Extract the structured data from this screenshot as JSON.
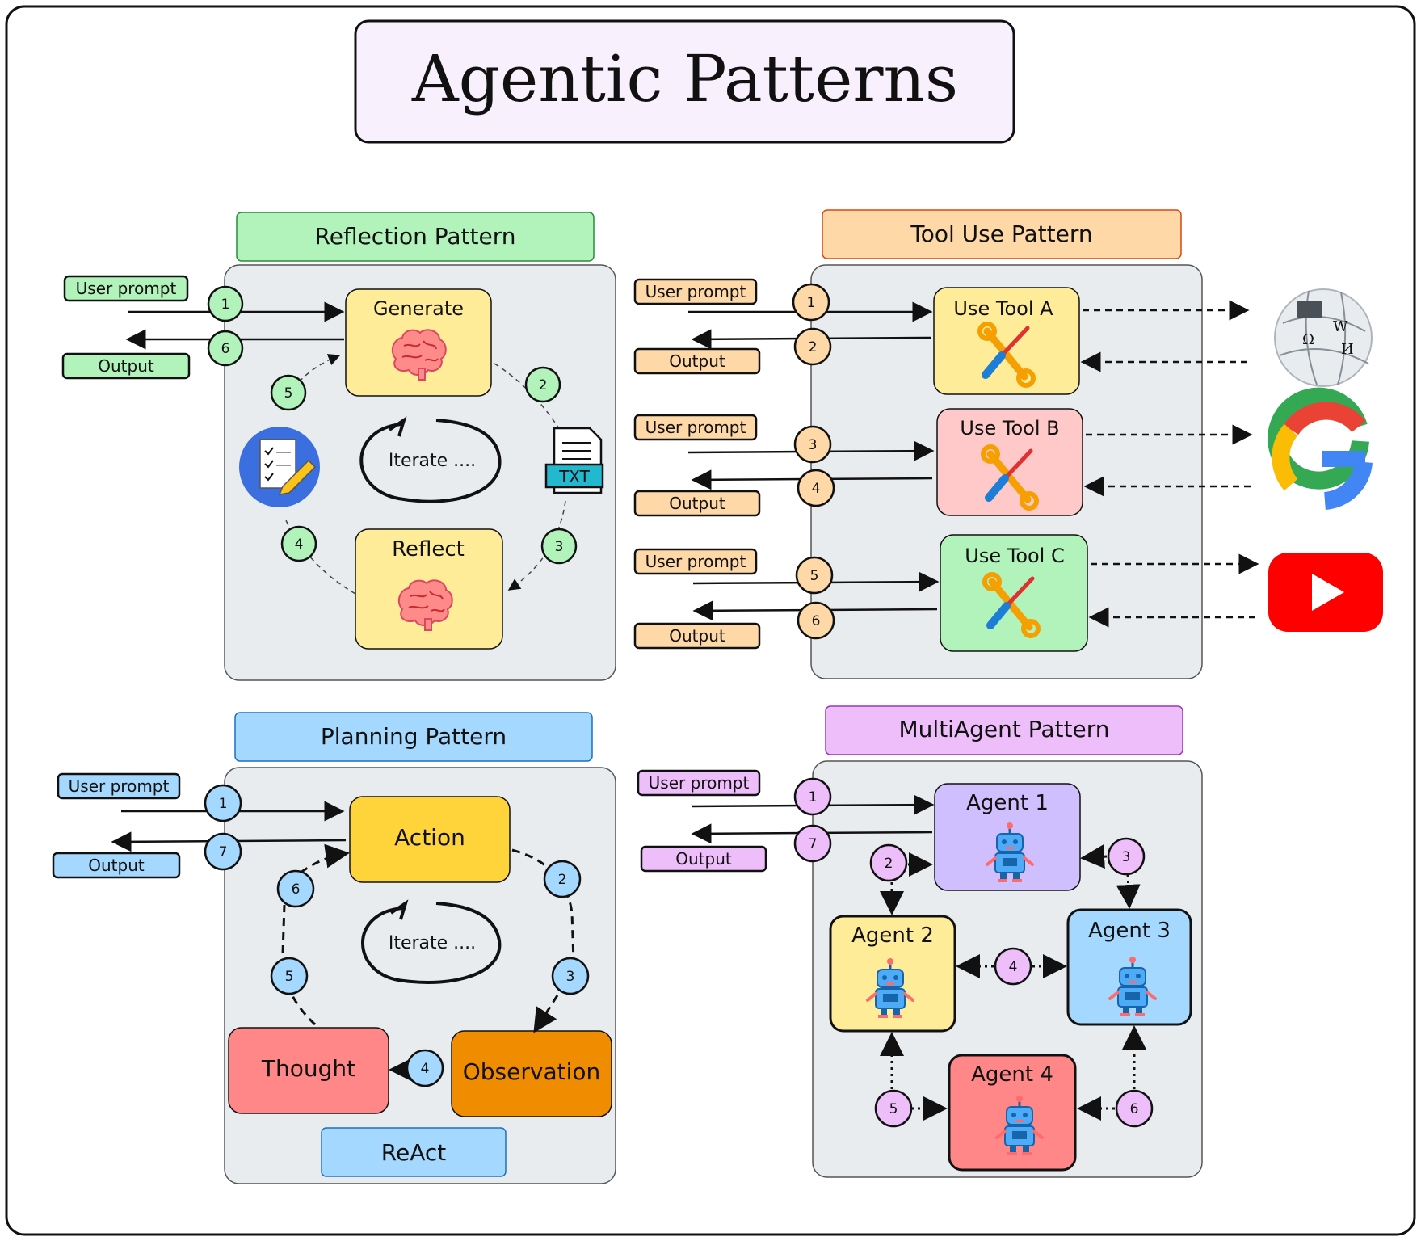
{
  "title": "Agentic Patterns",
  "reflection": {
    "header": "Reflection Pattern",
    "user_prompt": "User prompt",
    "output": "Output",
    "generate": "Generate",
    "reflect": "Reflect",
    "iterate": "Iterate ....",
    "txt_icon_label": "TXT",
    "steps": [
      "1",
      "6",
      "2",
      "3",
      "4",
      "5"
    ],
    "icons": [
      "brain-icon",
      "checklist-icon",
      "txt-file-icon"
    ]
  },
  "tool_use": {
    "header": "Tool Use Pattern",
    "rows": [
      {
        "user_prompt": "User prompt",
        "output": "Output",
        "tool": "Use Tool A",
        "in_step": "1",
        "out_step": "2",
        "service": "wikipedia-icon"
      },
      {
        "user_prompt": "User prompt",
        "output": "Output",
        "tool": "Use Tool B",
        "in_step": "3",
        "out_step": "4",
        "service": "google-icon"
      },
      {
        "user_prompt": "User prompt",
        "output": "Output",
        "tool": "Use Tool C",
        "in_step": "5",
        "out_step": "6",
        "service": "youtube-icon"
      }
    ]
  },
  "planning": {
    "header": "Planning Pattern",
    "user_prompt": "User prompt",
    "output": "Output",
    "action": "Action",
    "thought": "Thought",
    "observation": "Observation",
    "iterate": "Iterate ....",
    "react": "ReAct",
    "steps": [
      "1",
      "7",
      "2",
      "3",
      "4",
      "5",
      "6"
    ]
  },
  "multiagent": {
    "header": "MultiAgent Pattern",
    "user_prompt": "User prompt",
    "output": "Output",
    "agents": [
      "Agent 1",
      "Agent 2",
      "Agent 3",
      "Agent 4"
    ],
    "steps": [
      "1",
      "7",
      "2",
      "3",
      "4",
      "5",
      "6"
    ],
    "icon": "robot-icon"
  },
  "colors": {
    "green": "#b2f2bb",
    "orange": "#ffd8a8",
    "blue": "#a5d8ff",
    "purple": "#eebefa",
    "yellow": "#ffec99",
    "pink": "#ffc9c9",
    "panel": "#e9ecef",
    "title_bg": "#f8f0fc",
    "action": "#ffd43b",
    "observation": "#f08c00",
    "thought": "#ff8787",
    "agent1": "#d0bfff",
    "agent4": "#ff8787"
  }
}
